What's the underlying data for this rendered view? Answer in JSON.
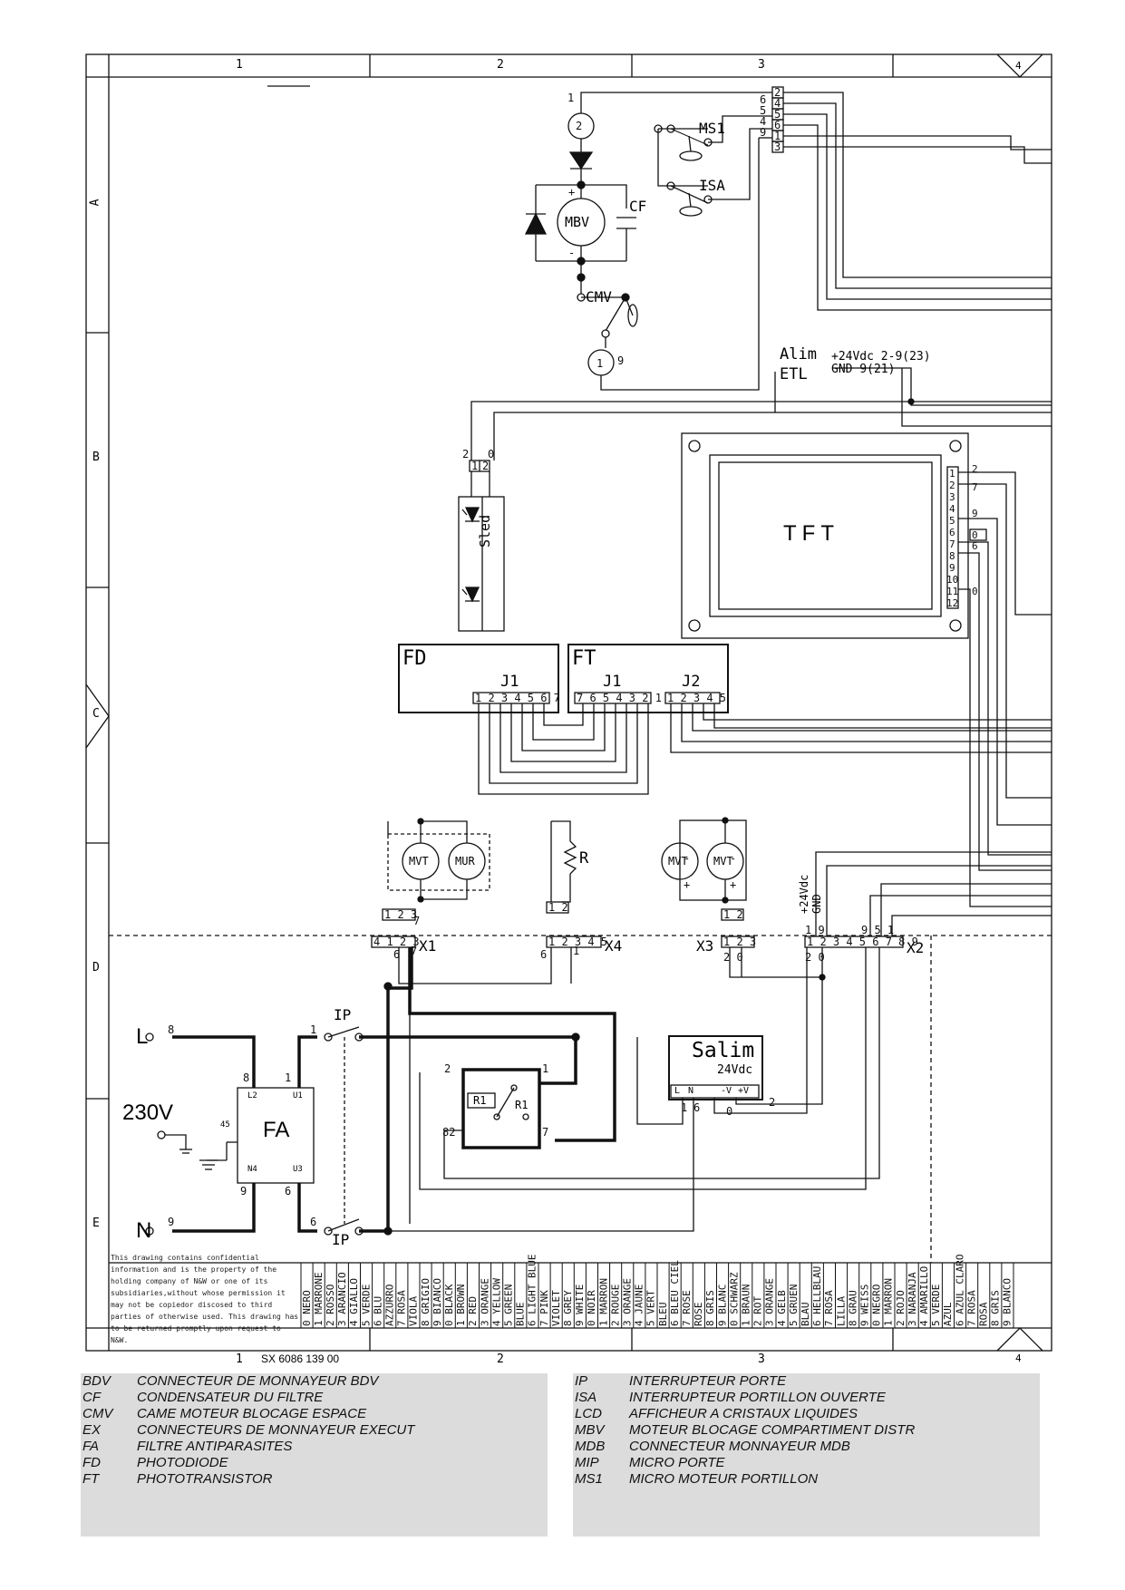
{
  "frame": {
    "columns_top": [
      "1",
      "2",
      "3",
      "4"
    ],
    "rows_side": [
      "A",
      "B",
      "C",
      "D",
      "E"
    ],
    "footer_col1": "1",
    "footer_doc": "SX 6086 139 00",
    "footer_col2": "2",
    "footer_col3": "3",
    "footer_col4": "4"
  },
  "components": {
    "mbv": "MBV",
    "cf": "CF",
    "cmv": "CMV",
    "ms1": "MS1",
    "isa": "ISA",
    "alim": "Alim",
    "etl": "ETL",
    "alim_v": "+24Vdc 2-9(23)",
    "alim_gnd": "GND 9(21)",
    "tft": "TFT",
    "sled": "Sled",
    "fd": "FD",
    "ft": "FT",
    "j1": "J1",
    "j2": "J2",
    "mvt": "MVT",
    "mur": "MUR",
    "r": "R",
    "x1": "X1",
    "x4": "X4",
    "x3": "X3",
    "x2": "X2",
    "v24": "+24Vdc",
    "gnd": "GND",
    "ip": "IP",
    "salim": "Salim",
    "salim_v": "24Vdc",
    "fa": "FA",
    "l": "L",
    "n": "N",
    "v230": "230V",
    "r1": "R1",
    "l2": "L2",
    "u1": "U1",
    "n4": "N4",
    "u3": "U3",
    "n45": "45",
    "salim_l": "L",
    "salim_n": "N",
    "salim_mv": "-V",
    "salim_pv": "+V"
  },
  "confidential": "This drawing contains confidential information and is the property of the holding company of N&W or one of its subsidiaries,without whose permission it may not be copiedor discosed to third parties of otherwise used. This drawing has to be returned promptly upon request to N&W.",
  "colors": [
    "0 NERO",
    "1 MARRONE",
    "2 ROSSO",
    "3 ARANCIO",
    "4 GIALLO",
    "5 VERDE",
    "6 BLU",
    "AZZURRO",
    "7 ROSA",
    "VIOLA",
    "8 GRIGIO",
    "9 BIANCO",
    "0 BLACK",
    "1 BROWN",
    "2 RED",
    "3 ORANGE",
    "4 YELLOW",
    "5 GREEN",
    "BLUE",
    "6 LIGHT BLUE",
    "7 PINK",
    "VIOLET",
    "8 GREY",
    "9 WHITE",
    "0 NOIR",
    "1 MARRON",
    "2 ROUGE",
    "3 ORANGE",
    "4 JAUNE",
    "5 VERT",
    "BLEU",
    "6 BLEU CIEL",
    "7 ROSE",
    "ROSE",
    "8 GRIS",
    "9 BLANC",
    "0 SCHWARZ",
    "1 BRAUN",
    "2 ROT",
    "3 ORANGE",
    "4 GELB",
    "5 GRUEN",
    "BLAU",
    "6 HELLBLAU",
    "7 ROSA",
    "LILLA",
    "8 GRAU",
    "9 WEISS",
    "0 NEGRO",
    "1 MARRON",
    "2 ROJO",
    "3 NARANJA",
    "4 AMARILLO",
    "5 VERDE",
    "AZUL",
    "6 AZUL CLARO",
    "7 ROSA",
    "ROSA",
    "8 GRIS",
    "9 BLANCO"
  ],
  "legend_left": [
    {
      "abbr": "BDV",
      "desc": "CONNECTEUR DE MONNAYEUR BDV"
    },
    {
      "abbr": "CF",
      "desc": "CONDENSATEUR DU FILTRE"
    },
    {
      "abbr": "CMV",
      "desc": "CAME MOTEUR BLOCAGE ESPACE"
    },
    {
      "abbr": "EX",
      "desc": "CONNECTEURS DE MONNAYEUR EXECUT"
    },
    {
      "abbr": "FA",
      "desc": "FILTRE ANTIPARASITES"
    },
    {
      "abbr": "FD",
      "desc": "PHOTODIODE"
    },
    {
      "abbr": "FT",
      "desc": "PHOTOTRANSISTOR"
    }
  ],
  "legend_right": [
    {
      "abbr": "IP",
      "desc": "INTERRUPTEUR PORTE"
    },
    {
      "abbr": "ISA",
      "desc": "INTERRUPTEUR PORTILLON OUVERTE"
    },
    {
      "abbr": "LCD",
      "desc": "AFFICHEUR A CRISTAUX LIQUIDES"
    },
    {
      "abbr": "MBV",
      "desc": "MOTEUR BLOCAGE COMPARTIMENT DISTR"
    },
    {
      "abbr": "MDB",
      "desc": "CONNECTEUR MONNAYEUR MDB"
    },
    {
      "abbr": "MIP",
      "desc": "MICRO PORTE"
    },
    {
      "abbr": "MS1",
      "desc": "MICRO MOTEUR PORTILLON"
    }
  ]
}
